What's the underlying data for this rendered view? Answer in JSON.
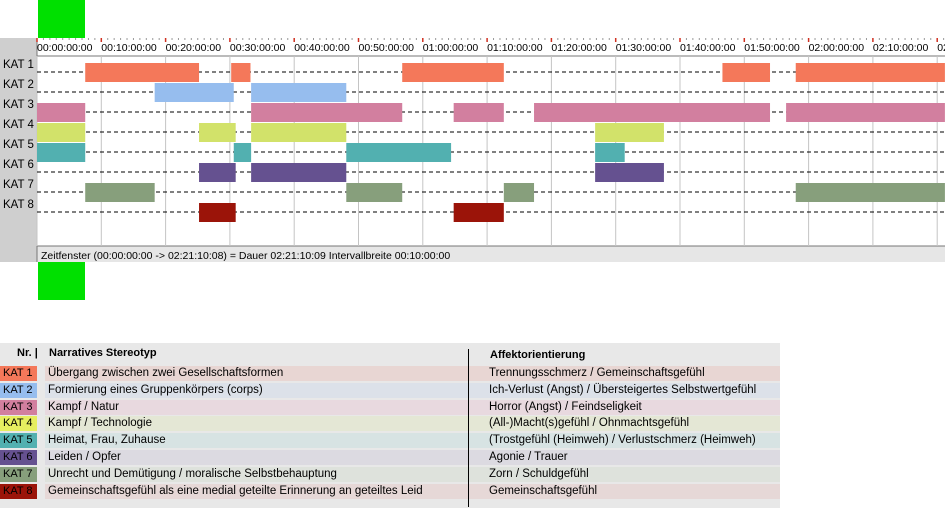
{
  "chart_data": {
    "type": "timeline",
    "x_ticks": [
      "00:00:00:00",
      "00:10:00:00",
      "00:20:00:00",
      "00:30:00:00",
      "00:40:00:00",
      "00:50:00:00",
      "01:00:00:00",
      "01:10:00:00",
      "01:20:00:00",
      "01:30:00:00",
      "01:40:00:00",
      "01:50:00:00",
      "02:00:00:00",
      "02:10:00:00",
      "02"
    ],
    "x_unit": "minutes",
    "x_range": [
      0,
      141.17
    ],
    "rows": [
      {
        "label": "KAT 1",
        "color": "#F4785A",
        "segments": [
          [
            7.5,
            25.2
          ],
          [
            30.2,
            33.2
          ],
          [
            56.8,
            72.6
          ],
          [
            106.6,
            114.0
          ],
          [
            118.0,
            141.2
          ]
        ]
      },
      {
        "label": "KAT 2",
        "color": "#96BDEE",
        "segments": [
          [
            18.3,
            30.6
          ],
          [
            33.3,
            48.1
          ]
        ]
      },
      {
        "label": "KAT 3",
        "color": "#D27F9F",
        "segments": [
          [
            0.0,
            7.5
          ],
          [
            33.3,
            56.8
          ],
          [
            64.8,
            72.6
          ],
          [
            77.3,
            114.0
          ],
          [
            116.5,
            141.2
          ]
        ]
      },
      {
        "label": "KAT 4",
        "color": "#D2E26A",
        "segments": [
          [
            0.0,
            7.5
          ],
          [
            25.2,
            30.9
          ],
          [
            33.3,
            48.1
          ],
          [
            86.8,
            97.5
          ]
        ]
      },
      {
        "label": "KAT 5",
        "color": "#52B0B0",
        "segments": [
          [
            0.0,
            7.5
          ],
          [
            30.6,
            33.3
          ],
          [
            48.1,
            64.4
          ],
          [
            86.8,
            91.4
          ]
        ]
      },
      {
        "label": "KAT 6",
        "color": "#655190",
        "segments": [
          [
            25.2,
            30.9
          ],
          [
            33.3,
            48.1
          ],
          [
            86.8,
            97.5
          ]
        ]
      },
      {
        "label": "KAT 7",
        "color": "#879F7C",
        "segments": [
          [
            7.5,
            18.3
          ],
          [
            48.1,
            56.8
          ],
          [
            72.6,
            77.3
          ],
          [
            118.0,
            141.2
          ]
        ]
      },
      {
        "label": "KAT 8",
        "color": "#9B1409",
        "segments": [
          [
            25.2,
            30.9
          ],
          [
            64.8,
            72.6
          ]
        ]
      }
    ],
    "status_text": "Zeitfenster (00:00:00:00 -> 02:21:10:08) = Dauer 02:21:10:09     Intervallbreite 00:10:00:00"
  },
  "legend": {
    "header_nr": "Nr. |",
    "header_stereotype": "Narratives Stereotyp",
    "header_affekt": "Affektorientierung",
    "rows": [
      {
        "kat": "KAT 1",
        "stereotype": "Übergang zwischen zwei Gesellschaftsformen",
        "affekt": "Trennungsschmerz / Gemeinschaftsgefühl",
        "color": "#F4785A",
        "band": "#E8D6D3",
        "text_color": "#000000"
      },
      {
        "kat": "KAT 2",
        "stereotype": "Formierung eines Gruppenkörpers (corps)",
        "affekt": "Ich-Verlust (Angst) / Übersteigertes Selbstwertgefühl",
        "color": "#96BDEE",
        "band": "#DCE1E9",
        "text_color": "#000000"
      },
      {
        "kat": "KAT 3",
        "stereotype": "Kampf / Natur",
        "affekt": "Horror (Angst) / Feindseligkeit",
        "color": "#D27F9F",
        "band": "#E8D9DF",
        "text_color": "#000000"
      },
      {
        "kat": "KAT 4",
        "stereotype": "Kampf / Technologie",
        "affekt": "(All-)Macht(s)gefühl / Ohnmachtsgefühl",
        "color": "#E6EE60",
        "band": "#E4E7D5",
        "text_color": "#000000"
      },
      {
        "kat": "KAT 5",
        "stereotype": "Heimat, Frau, Zuhause",
        "affekt": "(Trostgefühl (Heimweh) / Verlustschmerz (Heimweh)",
        "color": "#52B0B0",
        "band": "#D7E3E3",
        "text_color": "#000000"
      },
      {
        "kat": "KAT 6",
        "stereotype": "Leiden / Opfer",
        "affekt": "Agonie / Trauer",
        "color": "#655190",
        "band": "#DCDAE1",
        "text_color": "#000000"
      },
      {
        "kat": "KAT 7",
        "stereotype": "Unrecht und Demütigung / moralische Selbstbehauptung",
        "affekt": "Zorn / Schuldgefühl",
        "color": "#879F7C",
        "band": "#DEE2DC",
        "text_color": "#000000"
      },
      {
        "kat": "KAT 8",
        "stereotype": "Gemeinschaftsgefühl als eine medial geteilte Erinnerung an geteiltes Leid",
        "affekt": "Gemeinschaftsgefühl",
        "color": "#9B1409",
        "band": "#E6D8D7",
        "text_color": "#000000"
      }
    ]
  }
}
